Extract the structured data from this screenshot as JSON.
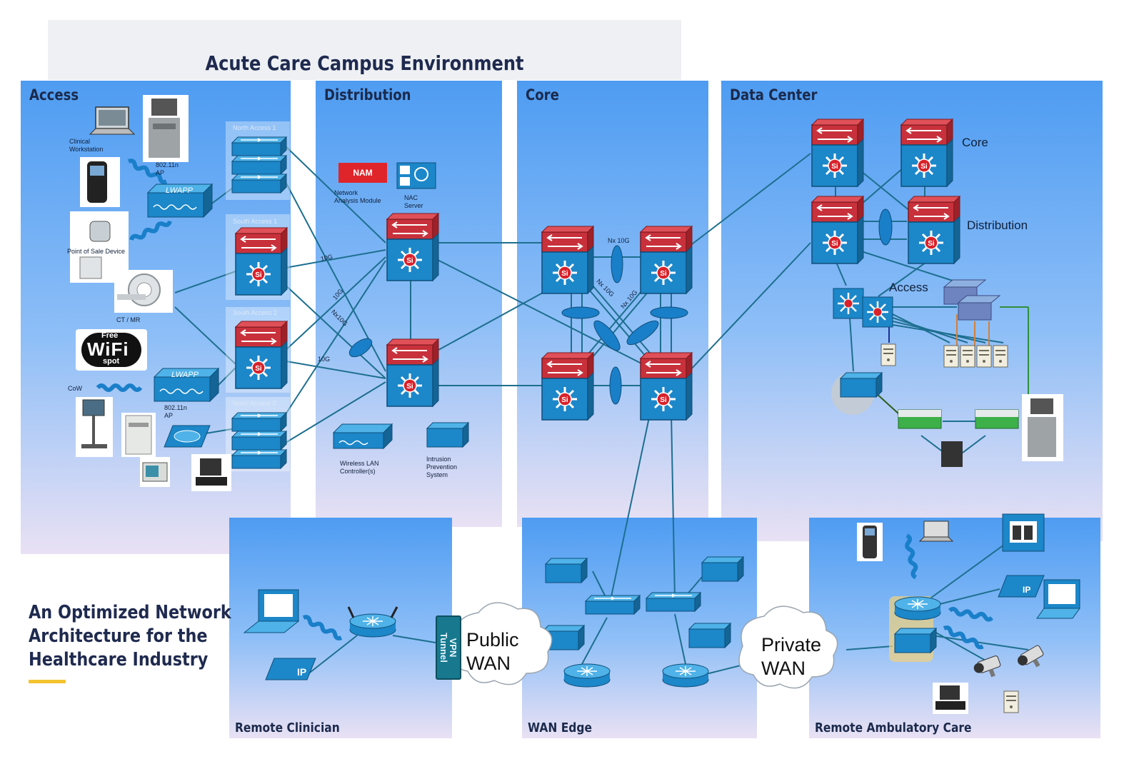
{
  "banner": {
    "title": "Acute Care Campus Environment"
  },
  "panels": {
    "access": "Access",
    "distribution": "Distribution",
    "core": "Core",
    "data_center": "Data Center",
    "remote_clinician": "Remote Clinician",
    "wan_edge": "WAN Edge",
    "remote_ambulatory": "Remote Ambulatory Care"
  },
  "access_labels": {
    "clinical_workstation": "Clinical\nWorkstation",
    "ap_top": "802.11n\nAP",
    "lwapp": "LWAPP",
    "north_access_1": "North Access 1",
    "south_access_1": "South Access 1",
    "south_access_2": "South Access 2",
    "north_access_2": "North Access 2",
    "point_of_sale": "Point of Sale Device",
    "ct_mr": "CT / MR",
    "wifi_free": "Free",
    "wifi_text": "WiFi",
    "wifi_spot": "spot",
    "cow": "CoW",
    "ap_bottom": "802.11n\nAP"
  },
  "distribution_labels": {
    "nam": "NAM",
    "network_analysis_module": "Network\nAnalysis Module",
    "nac_server": "NAC\nServer",
    "wlc": "Wireless LAN\nController(s)",
    "ips": "Intrusion\nPrevention\nSystem"
  },
  "link_labels": {
    "ten_g_a": "10G",
    "ten_g_b": "10G",
    "nx10g_a": "Nx10G",
    "ten_g_c": "10G",
    "nx_10g_top": "Nx 10G",
    "nx_10g_diag1": "Nx 10G",
    "nx_10g_diag2": "Nx 10G"
  },
  "data_center_labels": {
    "core": "Core",
    "distribution": "Distribution",
    "access": "Access"
  },
  "clouds": {
    "public": "Public\nWAN",
    "private": "Private\nWAN"
  },
  "vpn_tunnel": "VPN\nTunnel",
  "subtitle": "An Optimized Network\nArchitecture for the\nHealthcare Industry",
  "colors": {
    "panel_top": "#4e9cf2",
    "panel_bottom": "#e9e1f4",
    "device_blue": "#1c87c9",
    "device_red": "#c8313b",
    "link": "#1d6f8f",
    "title_navy": "#1f2a4f",
    "accent_yellow": "#f4c430"
  }
}
